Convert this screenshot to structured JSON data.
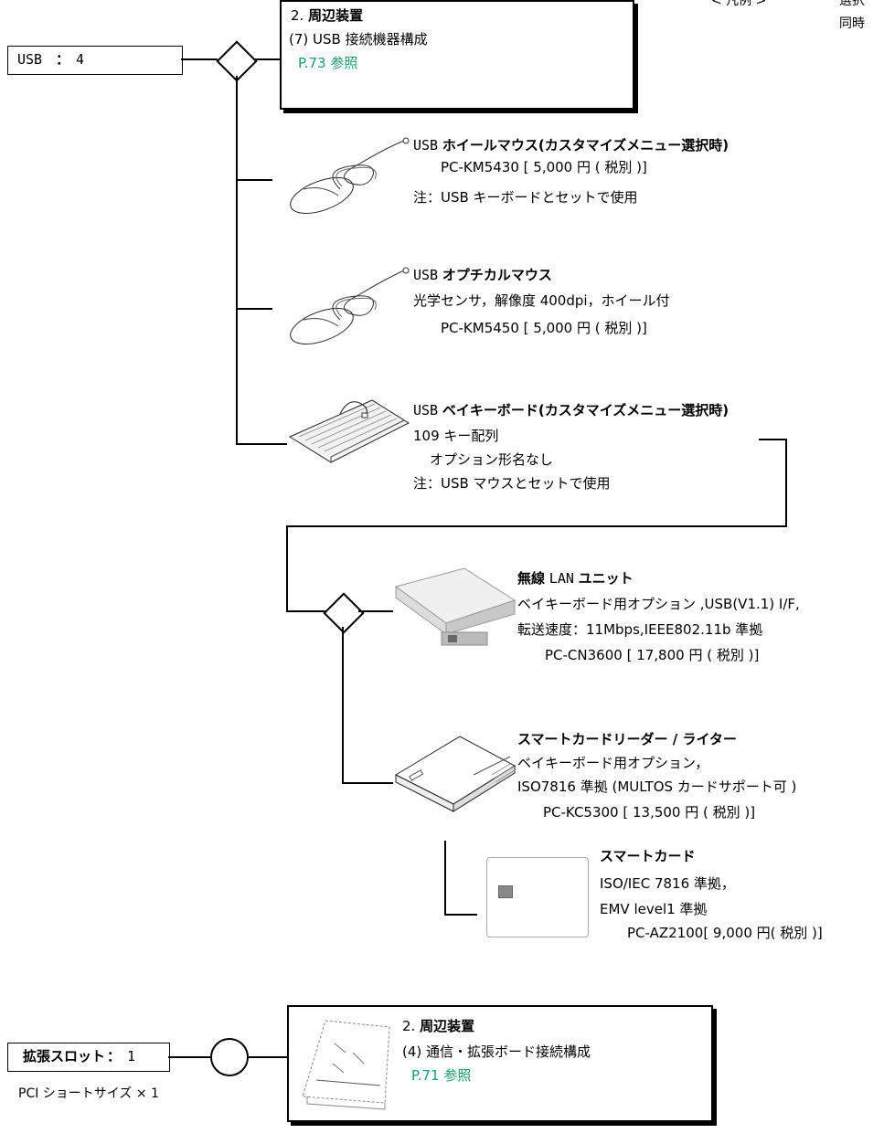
{
  "legend": {
    "label": "< 凡例 >",
    "text1": "選択",
    "text2": "同時"
  },
  "usb": {
    "port_label": "USB",
    "port_colon": "：",
    "port_count": "4",
    "ref_box": {
      "heading_num": "2.",
      "heading": "周辺装置",
      "sub": "(7) USB 接続機器構成",
      "page_ref": "P.73 参照"
    }
  },
  "items": {
    "wheel_mouse": {
      "title_prefix": "USB",
      "title": "ホイールマウス(カスタマイズメニュー選択時)",
      "model": "PC-KM5430 [ 5,000 円 ( 税別 )]",
      "note": "注：USB キーボードとセットで使用"
    },
    "optical_mouse": {
      "title_prefix": "USB",
      "title": "オプチカルマウス",
      "spec": "光学センサ，解像度 400dpi，ホイール付",
      "model": "PC-KM5450 [ 5,000 円 ( 税別 )]"
    },
    "keyboard": {
      "title_prefix": "USB",
      "title": "ベイキーボード(カスタマイズメニュー選択時)",
      "spec": "109 キー配列",
      "option": "オプション形名なし",
      "note": "注：USB マウスとセットで使用"
    },
    "wireless_lan": {
      "title": "無線",
      "title_mid": "LAN",
      "title_end": "ユニット",
      "spec1": "ベイキーボード用オプション ,USB(V1.1) I/F,",
      "spec2": "転送速度：11Mbps,IEEE802.11b 準拠",
      "model": "PC-CN3600 [ 17,800 円 ( 税別 )]"
    },
    "card_reader": {
      "title": "スマートカードリーダー / ライター",
      "spec1": "ベイキーボード用オプション，",
      "spec2": "ISO7816 準拠 (MULTOS カードサポート可 )",
      "model": "PC-KC5300 [ 13,500 円 ( 税別 )]"
    },
    "smart_card": {
      "title": "スマートカード",
      "spec1": "ISO/IEC 7816 準拠，",
      "spec2": "EMV level1 準拠",
      "model": "PC-AZ2100[ 9,000 円( 税別 )]"
    }
  },
  "expansion": {
    "slot_label": "拡張スロット",
    "slot_colon": "：",
    "slot_count": "1",
    "slot_note": "PCI ショートサイズ × 1",
    "ref_box": {
      "heading_num": "2.",
      "heading": "周辺装置",
      "sub": "(4) 通信・拡張ボード接続構成",
      "page_ref": "P.71 参照"
    }
  },
  "colors": {
    "page_ref": "#1a9a6a",
    "line": "#000000"
  }
}
